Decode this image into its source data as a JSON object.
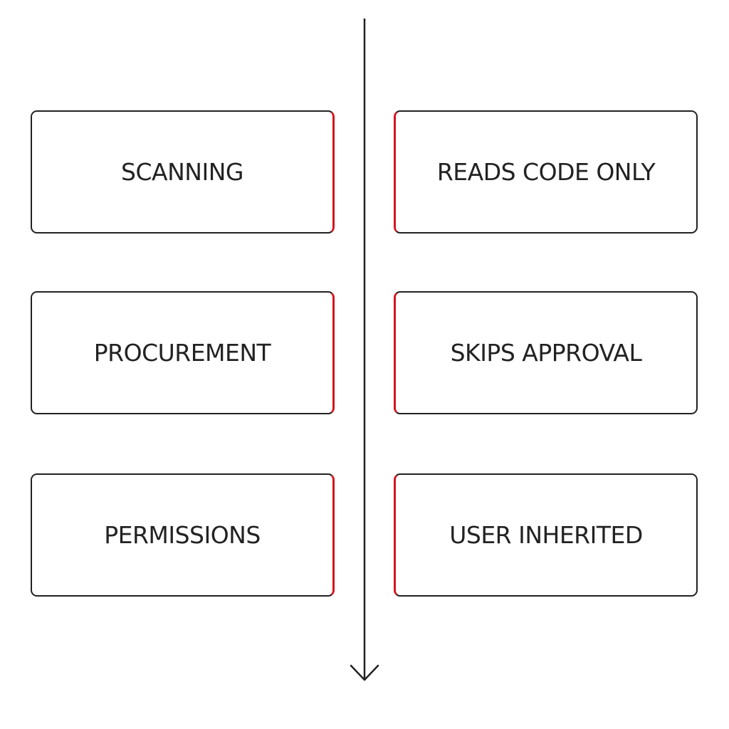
{
  "colors": {
    "stroke": "#222222",
    "accent": "#d6151f",
    "background": "#ffffff"
  },
  "divider": {
    "arrowhead_icon": "arrow-down-icon"
  },
  "rows": [
    {
      "left": "SCANNING",
      "right": "READS CODE ONLY"
    },
    {
      "left": "PROCUREMENT",
      "right": "SKIPS APPROVAL"
    },
    {
      "left": "PERMISSIONS",
      "right": "USER INHERITED"
    }
  ]
}
